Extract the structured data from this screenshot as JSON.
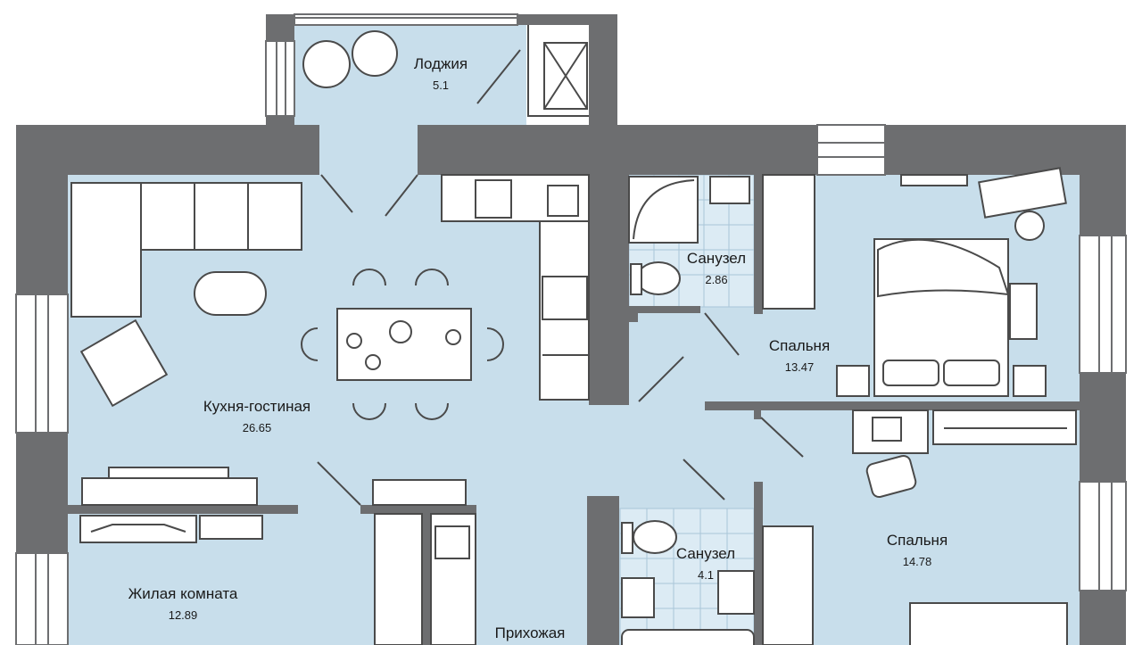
{
  "colors": {
    "floor": "#c8deeb",
    "wall": "#6d6e70",
    "line": "#4a4a4a",
    "tile": "#e6f0f6",
    "white": "#ffffff"
  },
  "rooms": [
    {
      "id": "loggia",
      "name": "Лоджия",
      "area": "5.1"
    },
    {
      "id": "kitchen",
      "name": "Кухня-гостиная",
      "area": "26.65"
    },
    {
      "id": "bath1",
      "name": "Санузел",
      "area": "2.86"
    },
    {
      "id": "bedroom1",
      "name": "Спальня",
      "area": "13.47"
    },
    {
      "id": "bath2",
      "name": "Санузел",
      "area": "4.1"
    },
    {
      "id": "bedroom2",
      "name": "Спальня",
      "area": "14.78"
    },
    {
      "id": "living",
      "name": "Жилая комната",
      "area": "12.89"
    },
    {
      "id": "hall",
      "name": "Прихожая",
      "area": ""
    }
  ]
}
